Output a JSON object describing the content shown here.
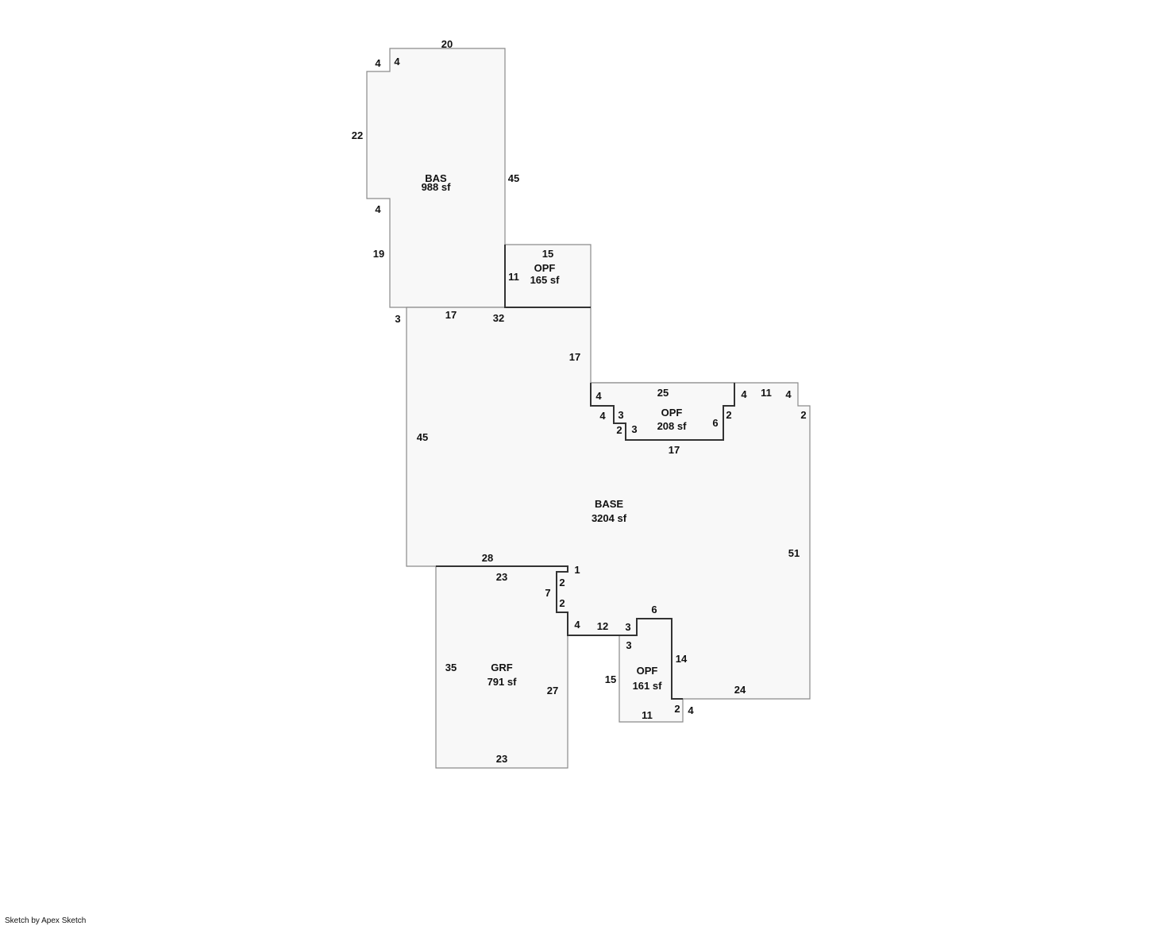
{
  "areas": {
    "bas": {
      "code": "BAS",
      "area": "988 sf"
    },
    "opf_top": {
      "code": "OPF",
      "area": "165 sf"
    },
    "base": {
      "code": "BASE",
      "area": "3204 sf"
    },
    "opf_mid": {
      "code": "OPF",
      "area": "208 sf"
    },
    "grf": {
      "code": "GRF",
      "area": "791 sf"
    },
    "opf_bottom": {
      "code": "OPF",
      "area": "161 sf"
    }
  },
  "dims": {
    "bas": [
      "20",
      "4",
      "4",
      "22",
      "4",
      "19",
      "45",
      "17"
    ],
    "opf_top": [
      "15",
      "11",
      "32"
    ],
    "base": [
      "3",
      "17",
      "45",
      "28",
      "1",
      "4",
      "11",
      "4",
      "2",
      "51",
      "24",
      "4",
      "12",
      "3"
    ],
    "opf_mid": [
      "4",
      "25",
      "4",
      "3",
      "2",
      "3",
      "6",
      "2",
      "17"
    ],
    "grf": [
      "23",
      "7",
      "2",
      "2",
      "35",
      "27",
      "23"
    ],
    "opf_bottom": [
      "6",
      "3",
      "14",
      "15",
      "2",
      "11",
      "4"
    ]
  },
  "footer": "Sketch by Apex Sketch"
}
